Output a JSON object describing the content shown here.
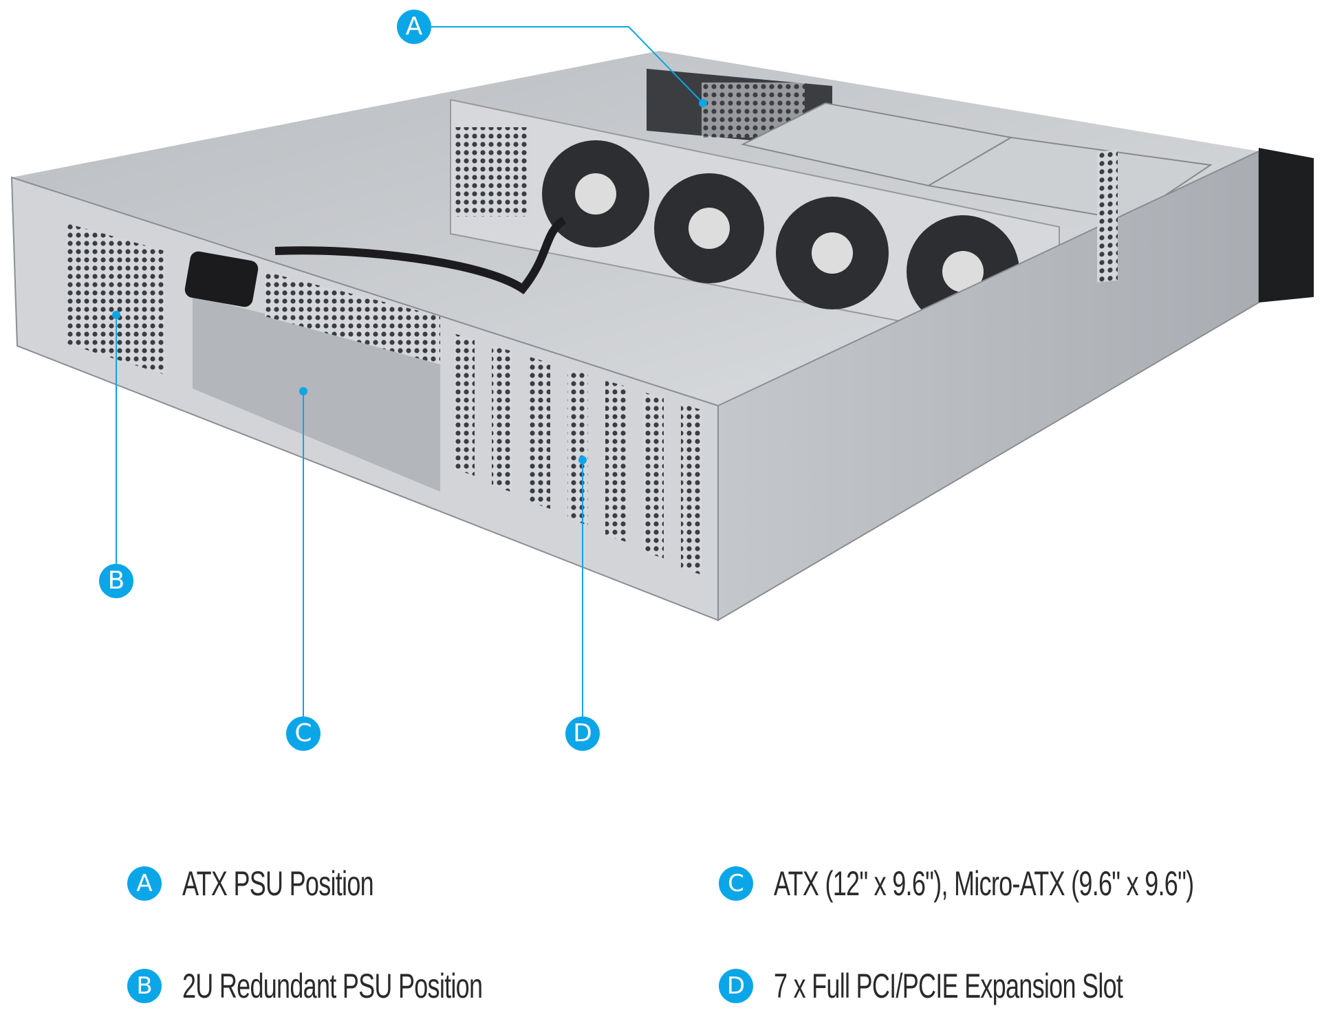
{
  "callouts": [
    {
      "letter": "A"
    },
    {
      "letter": "B"
    },
    {
      "letter": "C"
    },
    {
      "letter": "D"
    }
  ],
  "legend": [
    {
      "letter": "A",
      "text": "ATX PSU Position"
    },
    {
      "letter": "B",
      "text": "2U Redundant PSU Position"
    },
    {
      "letter": "C",
      "text": "ATX (12\" x 9.6\"), Micro-ATX (9.6\" x 9.6\")"
    },
    {
      "letter": "D",
      "text": "7 x Full PCI/PCIE Expansion Slot"
    }
  ],
  "colors": {
    "accent": "#0aa6e8",
    "text": "#2a2a2a",
    "metal": "#c9ccd0"
  }
}
